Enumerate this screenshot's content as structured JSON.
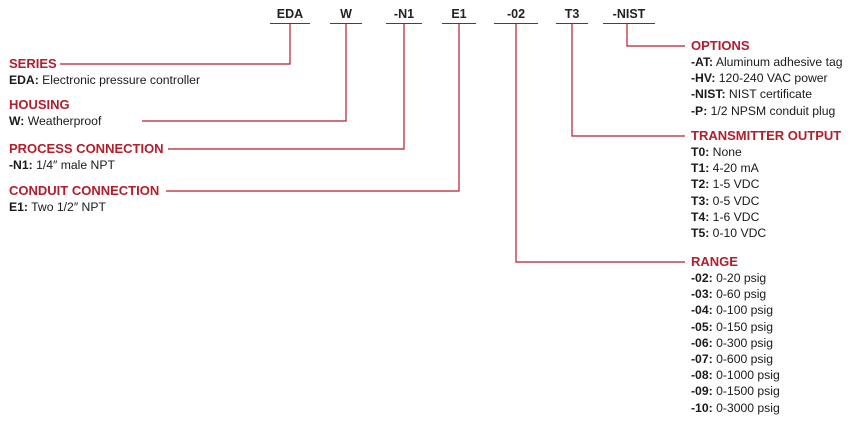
{
  "codes": [
    "EDA",
    "W",
    "-N1",
    "E1",
    "-02",
    "T3",
    "-NIST"
  ],
  "sections": {
    "series": {
      "title": "SERIES",
      "items": [
        {
          "code": "EDA:",
          "desc": " Electronic pressure controller"
        }
      ]
    },
    "housing": {
      "title": "HOUSING",
      "items": [
        {
          "code": "W:",
          "desc": " Weatherproof"
        }
      ]
    },
    "process_connection": {
      "title": "PROCESS CONNECTION",
      "items": [
        {
          "code": "-N1:",
          "desc": " 1/4″ male NPT"
        }
      ]
    },
    "conduit_connection": {
      "title": "CONDUIT CONNECTION",
      "items": [
        {
          "code": "E1:",
          "desc": " Two 1/2″ NPT"
        }
      ]
    },
    "options": {
      "title": "OPTIONS",
      "items": [
        {
          "code": "-AT:",
          "desc": " Aluminum adhesive tag"
        },
        {
          "code": "-HV:",
          "desc": " 120-240 VAC power"
        },
        {
          "code": "-NIST:",
          "desc": " NIST certificate"
        },
        {
          "code": "-P:",
          "desc": " 1/2 NPSM conduit plug"
        }
      ]
    },
    "transmitter_output": {
      "title": "TRANSMITTER OUTPUT",
      "items": [
        {
          "code": "T0:",
          "desc": " None"
        },
        {
          "code": "T1:",
          "desc": " 4-20 mA"
        },
        {
          "code": "T2:",
          "desc": " 1-5 VDC"
        },
        {
          "code": "T3:",
          "desc": " 0-5 VDC"
        },
        {
          "code": "T4:",
          "desc": " 1-6 VDC"
        },
        {
          "code": "T5:",
          "desc": " 0-10 VDC"
        }
      ]
    },
    "range": {
      "title": "RANGE",
      "items": [
        {
          "code": "-02:",
          "desc": " 0-20 psig"
        },
        {
          "code": "-03:",
          "desc": " 0-60 psig"
        },
        {
          "code": "-04:",
          "desc": " 0-100 psig"
        },
        {
          "code": "-05:",
          "desc": " 0-150 psig"
        },
        {
          "code": "-06:",
          "desc": " 0-300 psig"
        },
        {
          "code": "-07:",
          "desc": " 0-600 psig"
        },
        {
          "code": "-08:",
          "desc": " 0-1000 psig"
        },
        {
          "code": "-09:",
          "desc": " 0-1500 psig"
        },
        {
          "code": "-10:",
          "desc": " 0-3000 psig"
        }
      ]
    }
  },
  "colors": {
    "heading": "#b31d2c",
    "line": "#b31d2c"
  }
}
